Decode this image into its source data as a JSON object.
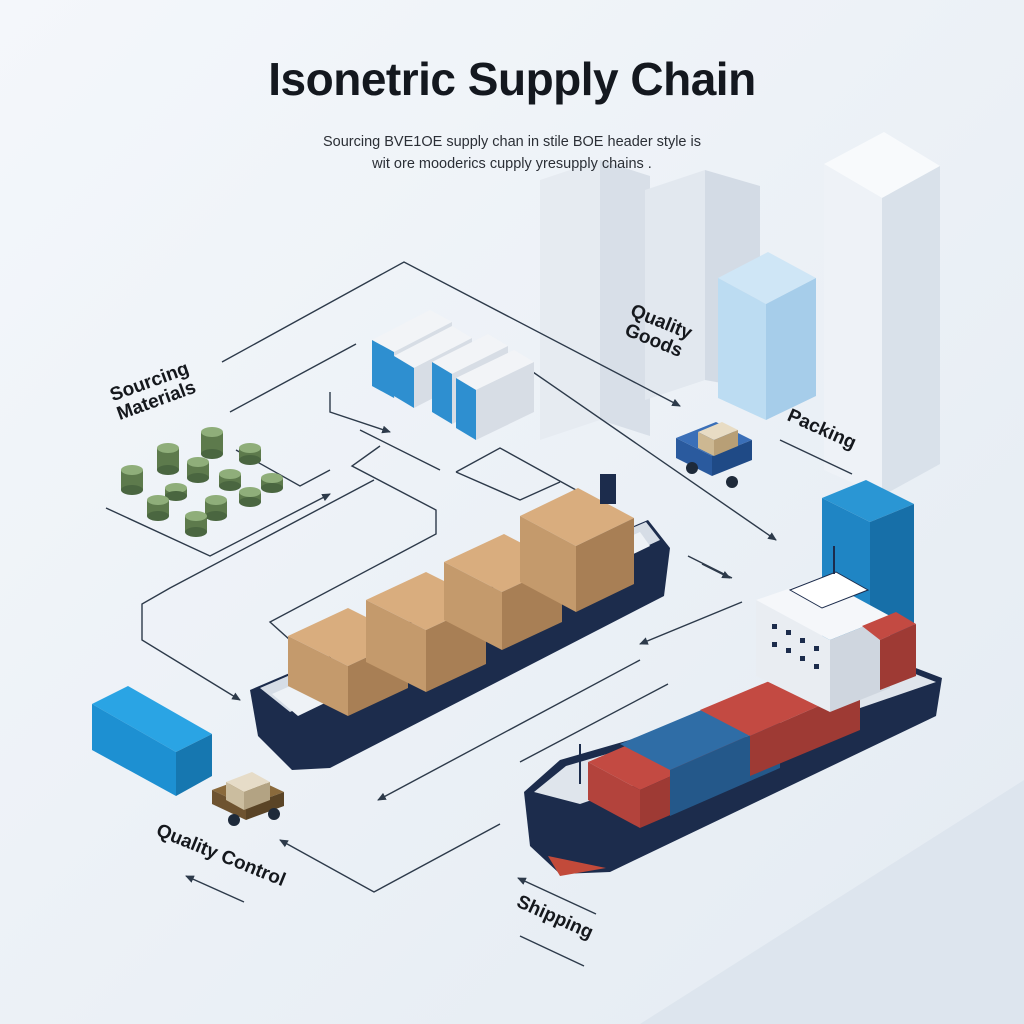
{
  "header": {
    "title": "Isonetric Supply Chain",
    "subtitle_line1": "Sourcing BVE1OE supply chan in stile BOE header style is",
    "subtitle_line2": "wit ore mooderics cupply yresupply chains ."
  },
  "stages": {
    "sourcing_line1": "Sourcing",
    "sourcing_line2": "Materials",
    "quality_goods_line1": "Quality",
    "quality_goods_line2": "Goods",
    "packing": "Packing",
    "quality_control": "Quality Control",
    "shipping": "Shipping"
  },
  "colors": {
    "background": "#eef3f8",
    "flow_line": "#2d3a4a",
    "accent_blue": "#1f8fd0",
    "hull_navy": "#1c2c4c",
    "cargo_box": "#c99a6c",
    "container_red": "#b6433d",
    "container_blue": "#2d6aa0"
  },
  "icons": [
    "material-drum-icon",
    "cargo-box-icon",
    "delivery-cart-icon",
    "cargo-ship-icon",
    "container-ship-icon",
    "warehouse-building-icon",
    "flow-arrow-icon"
  ]
}
